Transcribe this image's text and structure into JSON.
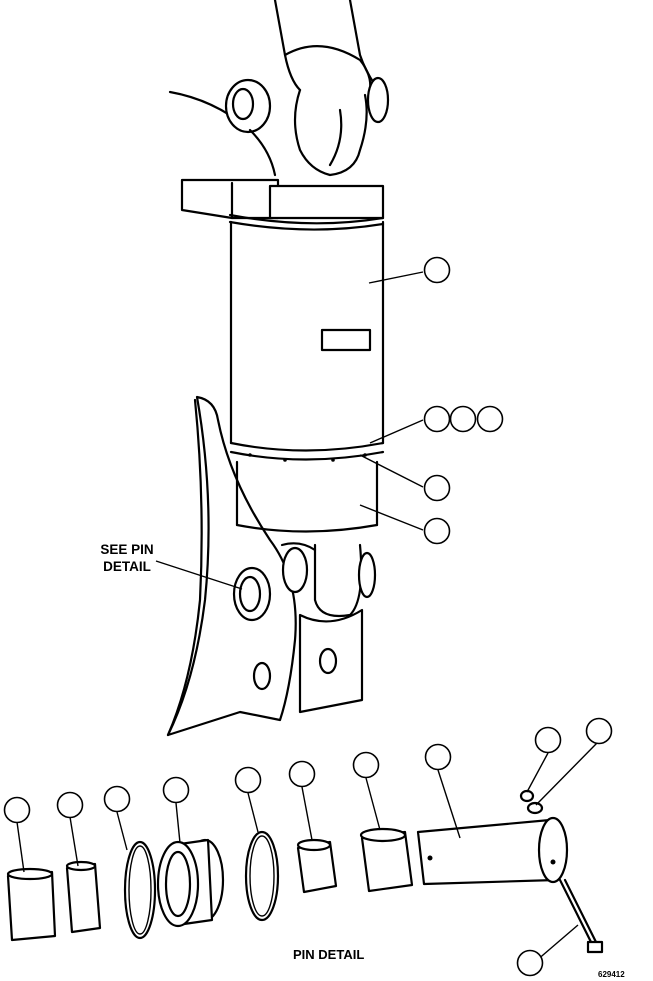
{
  "labels": {
    "see_pin_detail": "SEE PIN\nDETAIL",
    "pin_detail": "PIN DETAIL",
    "figure_id": "629412"
  },
  "callouts": [
    {
      "id": "body"
    },
    {
      "id": "band-1"
    },
    {
      "id": "band-2"
    },
    {
      "id": "band-3"
    },
    {
      "id": "ring"
    },
    {
      "id": "lower-body"
    },
    {
      "id": "pin-part-1"
    },
    {
      "id": "pin-part-2"
    },
    {
      "id": "pin-part-3"
    },
    {
      "id": "pin-part-4"
    },
    {
      "id": "pin-part-5"
    },
    {
      "id": "pin-part-6"
    },
    {
      "id": "pin-part-7"
    },
    {
      "id": "pin-part-8"
    },
    {
      "id": "pin-nut"
    },
    {
      "id": "pin-washer"
    },
    {
      "id": "pin-bolt"
    }
  ],
  "colors": {
    "ink": "#000000",
    "paper": "#ffffff"
  }
}
